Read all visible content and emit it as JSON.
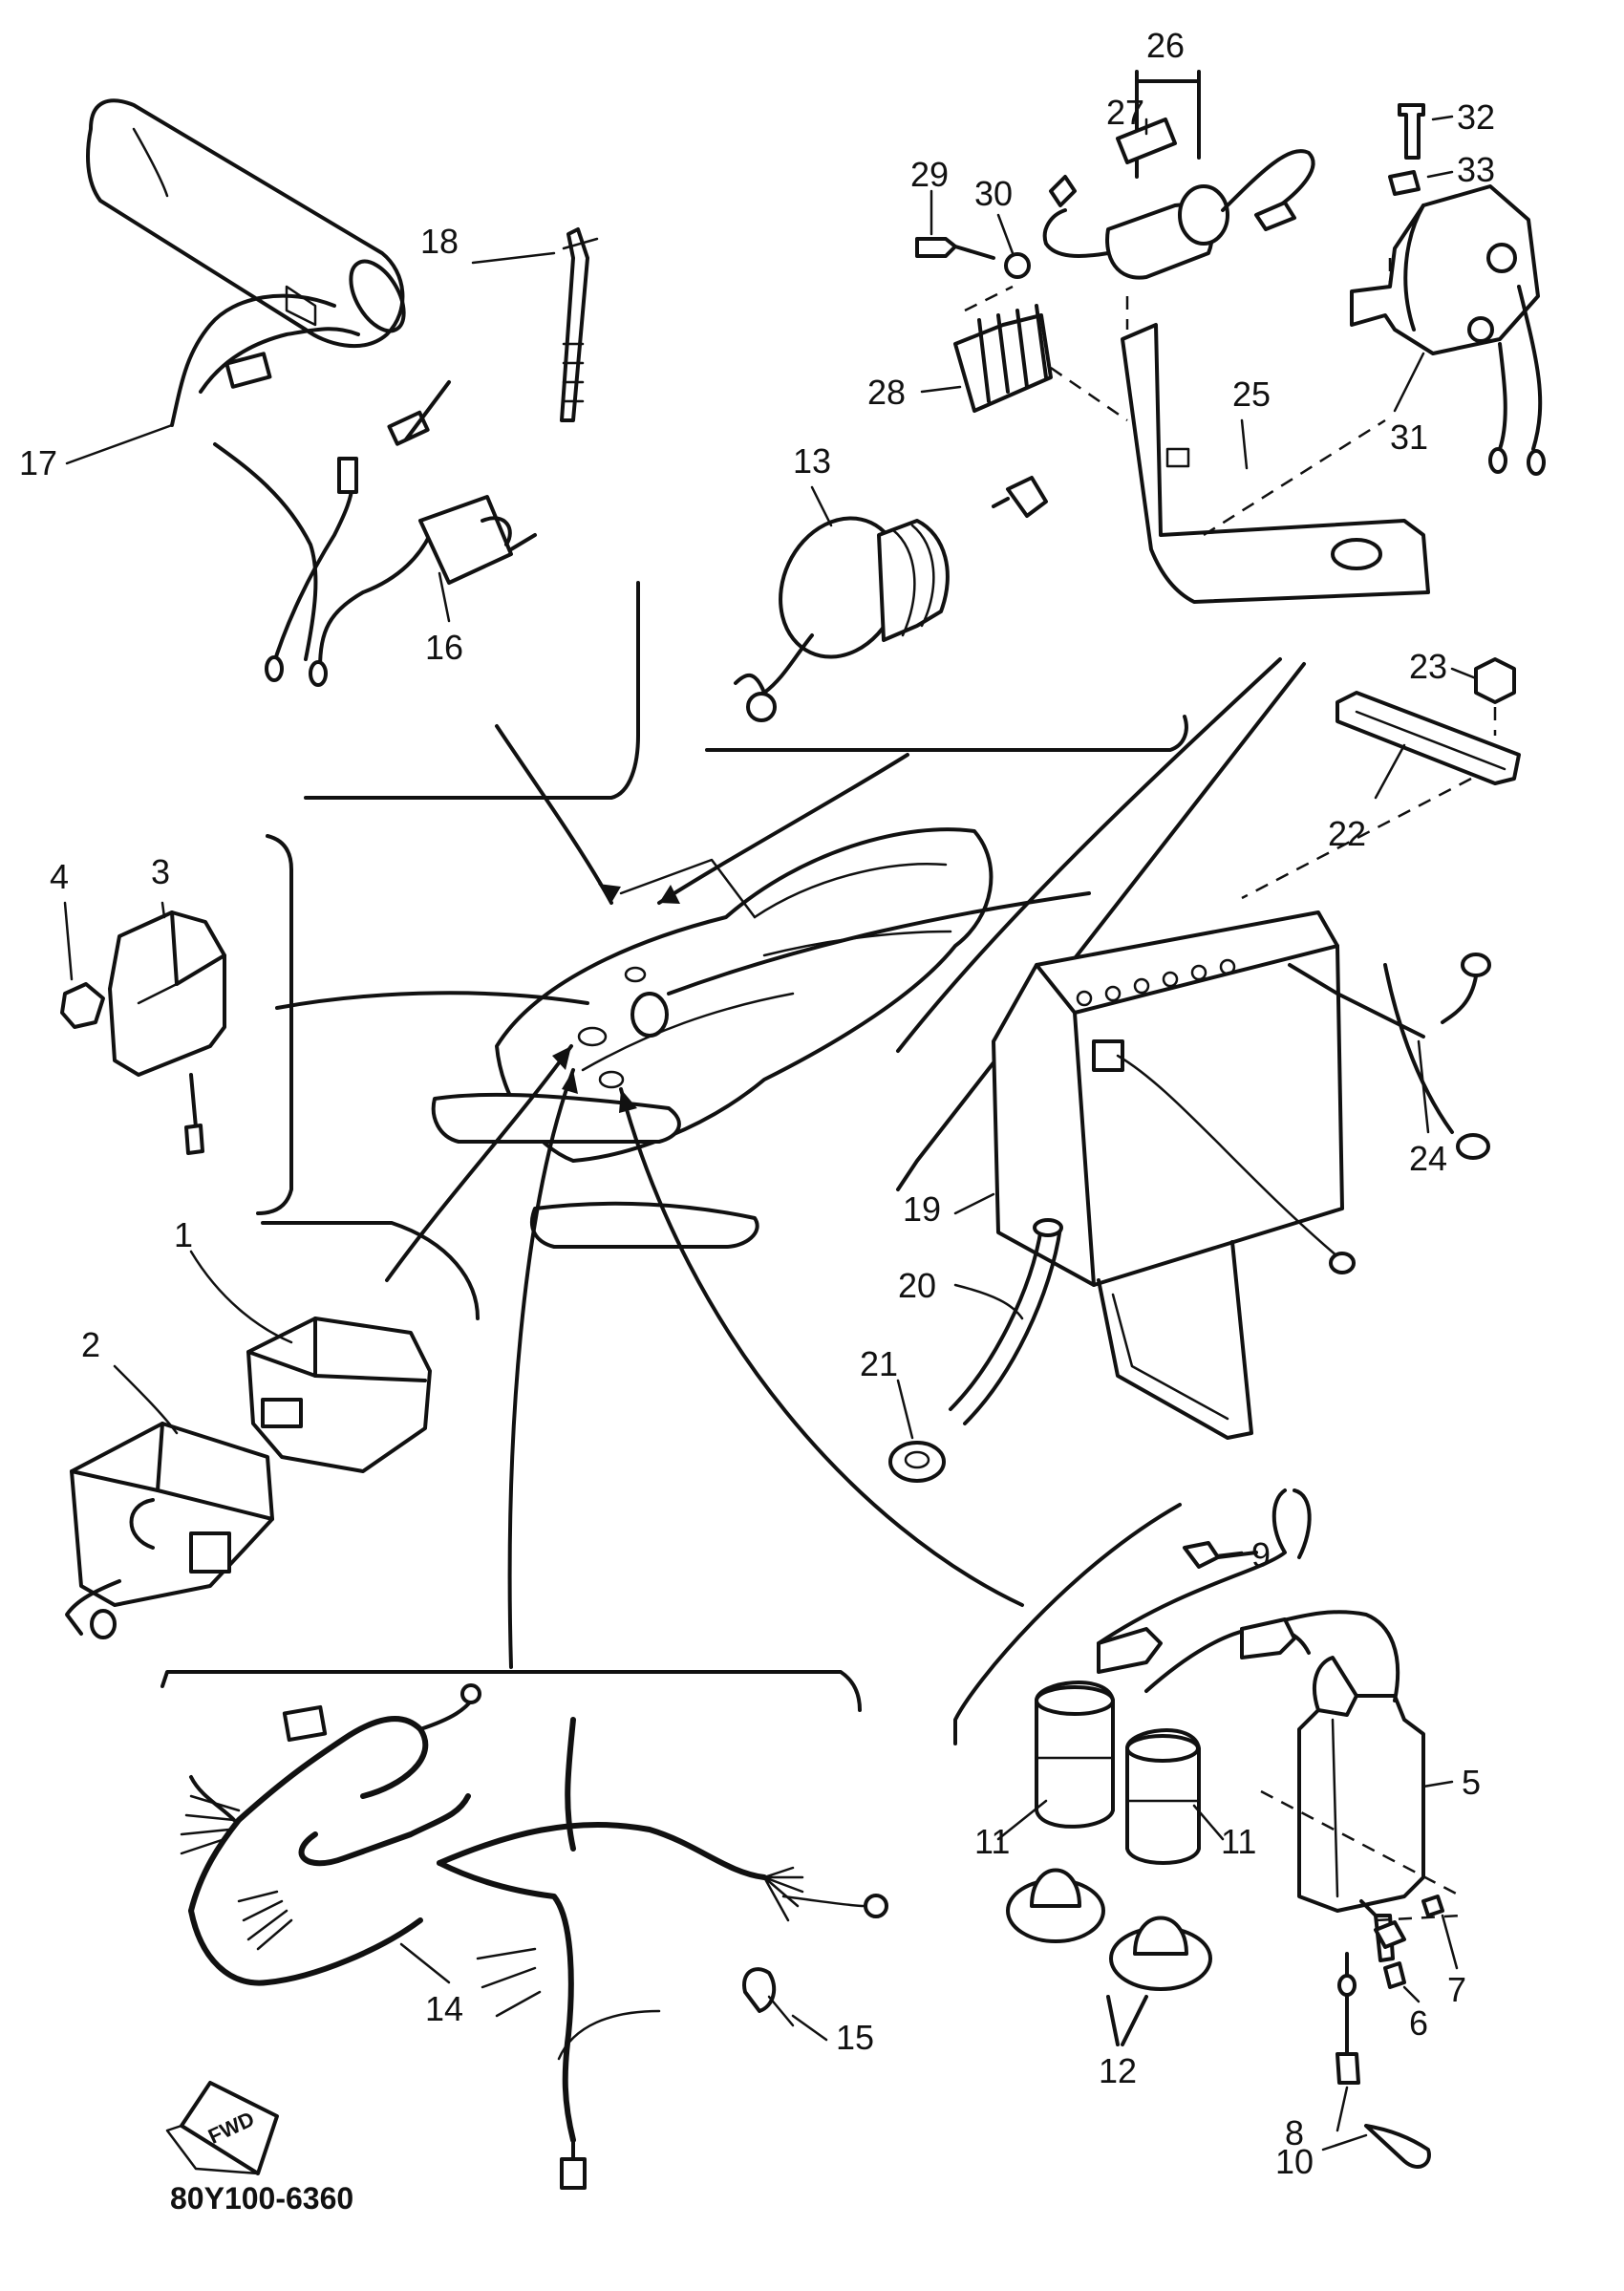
{
  "diagram": {
    "code": "80Y100-6360",
    "forward_label": "FWD",
    "callouts": [
      "1",
      "2",
      "3",
      "4",
      "5",
      "6",
      "7",
      "8",
      "9",
      "10",
      "11",
      "11",
      "12",
      "13",
      "14",
      "15",
      "16",
      "17",
      "18",
      "19",
      "20",
      "21",
      "22",
      "23",
      "24",
      "25",
      "26",
      "27",
      "28",
      "29",
      "30",
      "31",
      "32",
      "33"
    ]
  },
  "colors": {
    "ink": "#111111",
    "paper": "#ffffff"
  }
}
